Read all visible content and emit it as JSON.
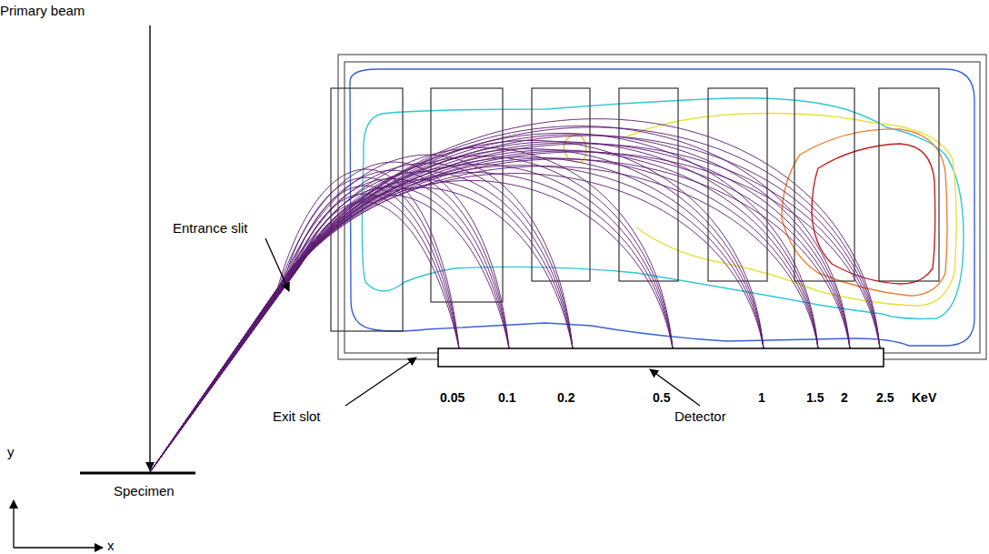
{
  "diagram": {
    "labels": [
      "Primary beam",
      "Entrance slit",
      "Exit slot",
      "Detector",
      "Specimen",
      "0.05",
      "0.1",
      "0.2",
      "0.5",
      "1",
      "1.5",
      "2",
      "2.5",
      "KeV",
      "y",
      "x"
    ]
  }
}
